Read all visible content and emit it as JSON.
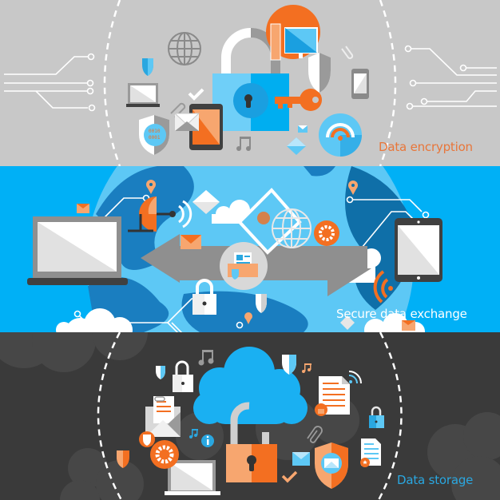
{
  "banners": [
    {
      "id": "encryption",
      "label": "Data encryption",
      "background": "#c8c8c8",
      "label_color": "#e8763a",
      "icons": [
        "padlock-icon",
        "key-icon",
        "computer-icon",
        "globe-icon",
        "shield-icon",
        "laptop-icon",
        "tablet-icon",
        "envelope-icon",
        "binary-shield-icon",
        "music-note-icon",
        "wifi-icon",
        "smartphone-icon",
        "paperclip-icon",
        "checkmark-icon"
      ]
    },
    {
      "id": "exchange",
      "label": "Secure data exchange",
      "background": "#00b0f6",
      "label_color": "#ffffff",
      "icons": [
        "laptop-icon",
        "tablet-icon",
        "globe-icon",
        "satellite-dish-icon",
        "exchange-arrows-icon",
        "envelope-icon",
        "gear-icon",
        "padlock-icon",
        "document-icon",
        "location-pin-icon",
        "wifi-icon",
        "cloud-icon",
        "map-icon"
      ]
    },
    {
      "id": "storage",
      "label": "Data storage",
      "background": "#3a3a3a",
      "label_color": "#2aa7e0",
      "icons": [
        "cloud-icon",
        "padlock-icon",
        "laptop-icon",
        "document-icon",
        "envelope-icon",
        "gear-icon",
        "shield-icon",
        "music-note-icon",
        "info-icon",
        "wifi-icon",
        "checkmark-icon",
        "paperclip-icon"
      ]
    }
  ],
  "colors": {
    "orange": "#f36f21",
    "light_orange": "#f7a66f",
    "blue": "#00aef0",
    "light_blue": "#5dc8f5",
    "dark_blue": "#0f6fa8",
    "gray": "#9a9a9a",
    "dark_gray": "#404040",
    "white": "#ffffff"
  }
}
